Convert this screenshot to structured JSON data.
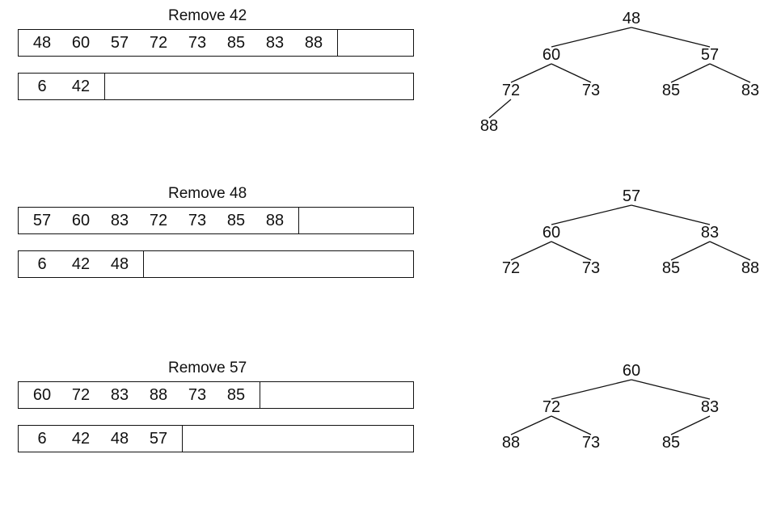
{
  "steps": [
    {
      "caption": "Remove 42",
      "heap": [
        "48",
        "60",
        "57",
        "72",
        "73",
        "85",
        "83",
        "88"
      ],
      "sorted": [
        "6",
        "42"
      ],
      "tree": [
        "48",
        "60",
        "57",
        "72",
        "73",
        "85",
        "83",
        "88"
      ]
    },
    {
      "caption": "Remove 48",
      "heap": [
        "57",
        "60",
        "83",
        "72",
        "73",
        "85",
        "88"
      ],
      "sorted": [
        "6",
        "42",
        "48"
      ],
      "tree": [
        "57",
        "60",
        "83",
        "72",
        "73",
        "85",
        "88"
      ]
    },
    {
      "caption": "Remove 57",
      "heap": [
        "60",
        "72",
        "83",
        "88",
        "73",
        "85"
      ],
      "sorted": [
        "6",
        "42",
        "48",
        "57"
      ],
      "tree": [
        "60",
        "72",
        "83",
        "88",
        "73",
        "85"
      ]
    }
  ]
}
